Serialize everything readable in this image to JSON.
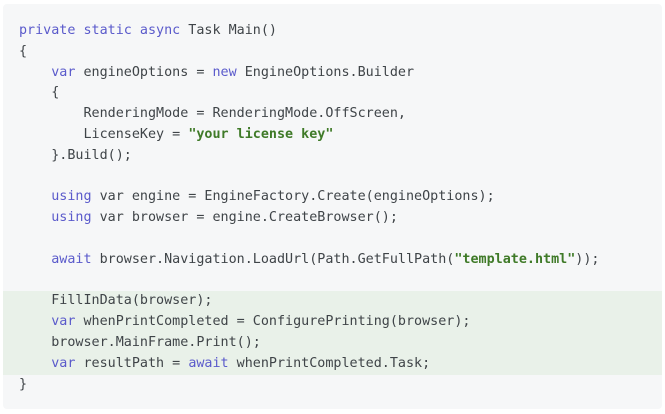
{
  "code": {
    "language": "csharp",
    "highlighted_lines": [
      13,
      14,
      15,
      16
    ],
    "lines": [
      [
        {
          "t": "kw",
          "v": "private static async"
        },
        {
          "t": "plain",
          "v": " Task Main()"
        }
      ],
      [
        {
          "t": "plain",
          "v": "{"
        }
      ],
      [
        {
          "t": "plain",
          "v": "    "
        },
        {
          "t": "kw",
          "v": "var"
        },
        {
          "t": "plain",
          "v": " engineOptions = "
        },
        {
          "t": "kw",
          "v": "new"
        },
        {
          "t": "plain",
          "v": " EngineOptions.Builder"
        }
      ],
      [
        {
          "t": "plain",
          "v": "    {"
        }
      ],
      [
        {
          "t": "plain",
          "v": "        RenderingMode = RenderingMode.OffScreen,"
        }
      ],
      [
        {
          "t": "plain",
          "v": "        LicenseKey = "
        },
        {
          "t": "str",
          "v": "\"your license key\""
        }
      ],
      [
        {
          "t": "plain",
          "v": "    }.Build();"
        }
      ],
      [],
      [
        {
          "t": "plain",
          "v": "    "
        },
        {
          "t": "kw",
          "v": "using"
        },
        {
          "t": "plain",
          "v": " var engine = EngineFactory.Create(engineOptions);"
        }
      ],
      [
        {
          "t": "plain",
          "v": "    "
        },
        {
          "t": "kw",
          "v": "using"
        },
        {
          "t": "plain",
          "v": " var browser = engine.CreateBrowser();"
        }
      ],
      [],
      [
        {
          "t": "plain",
          "v": "    "
        },
        {
          "t": "kw",
          "v": "await"
        },
        {
          "t": "plain",
          "v": " browser.Navigation.LoadUrl(Path.GetFullPath("
        },
        {
          "t": "str",
          "v": "\"template.html\""
        },
        {
          "t": "plain",
          "v": "));"
        }
      ],
      [],
      [
        {
          "t": "plain",
          "v": "    FillInData(browser);"
        }
      ],
      [
        {
          "t": "plain",
          "v": "    "
        },
        {
          "t": "kw",
          "v": "var"
        },
        {
          "t": "plain",
          "v": " whenPrintCompleted = ConfigurePrinting(browser);"
        }
      ],
      [
        {
          "t": "plain",
          "v": "    browser.MainFrame.Print();"
        }
      ],
      [
        {
          "t": "plain",
          "v": "    "
        },
        {
          "t": "kw",
          "v": "var"
        },
        {
          "t": "plain",
          "v": " resultPath = "
        },
        {
          "t": "kw",
          "v": "await"
        },
        {
          "t": "plain",
          "v": " whenPrintCompleted.Task;"
        }
      ],
      [
        {
          "t": "plain",
          "v": "}"
        }
      ]
    ]
  }
}
